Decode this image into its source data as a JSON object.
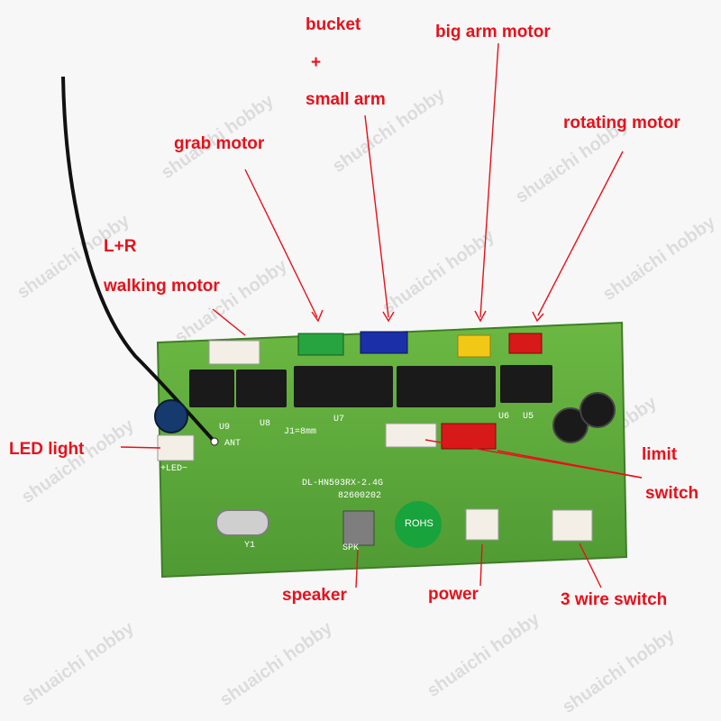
{
  "watermark": "shuaichi hobby",
  "labels": {
    "bucket": "bucket",
    "plus": "+",
    "small_arm": "small arm",
    "big_arm_motor": "big arm motor",
    "rotating_motor": "rotating motor",
    "grab_motor": "grab motor",
    "lr": "L+R",
    "walking_motor": "walking motor",
    "led_light": "LED light",
    "limit": "limit",
    "switch": "switch",
    "speaker": "speaker",
    "power": "power",
    "three_wire_switch": "3 wire switch"
  },
  "silkscreen": {
    "u9": "U9",
    "u8": "U8",
    "u7": "U7",
    "u6": "U6",
    "u5": "U5",
    "j1": "J1=8mm",
    "ant": "ANT",
    "led": "+LED−",
    "model": "DL-HN593RX-2.4G",
    "code": "82600202",
    "y1": "Y1",
    "spk": "SPK",
    "rohs": "ROHS"
  },
  "colors": {
    "annotation": "#e8101a",
    "pcb": "#5fae3c",
    "connector_green": "#27a33f",
    "connector_blue": "#1b2fa8",
    "connector_yellow": "#f2c817",
    "connector_red": "#d81919",
    "connector_white": "#f3efe6"
  }
}
